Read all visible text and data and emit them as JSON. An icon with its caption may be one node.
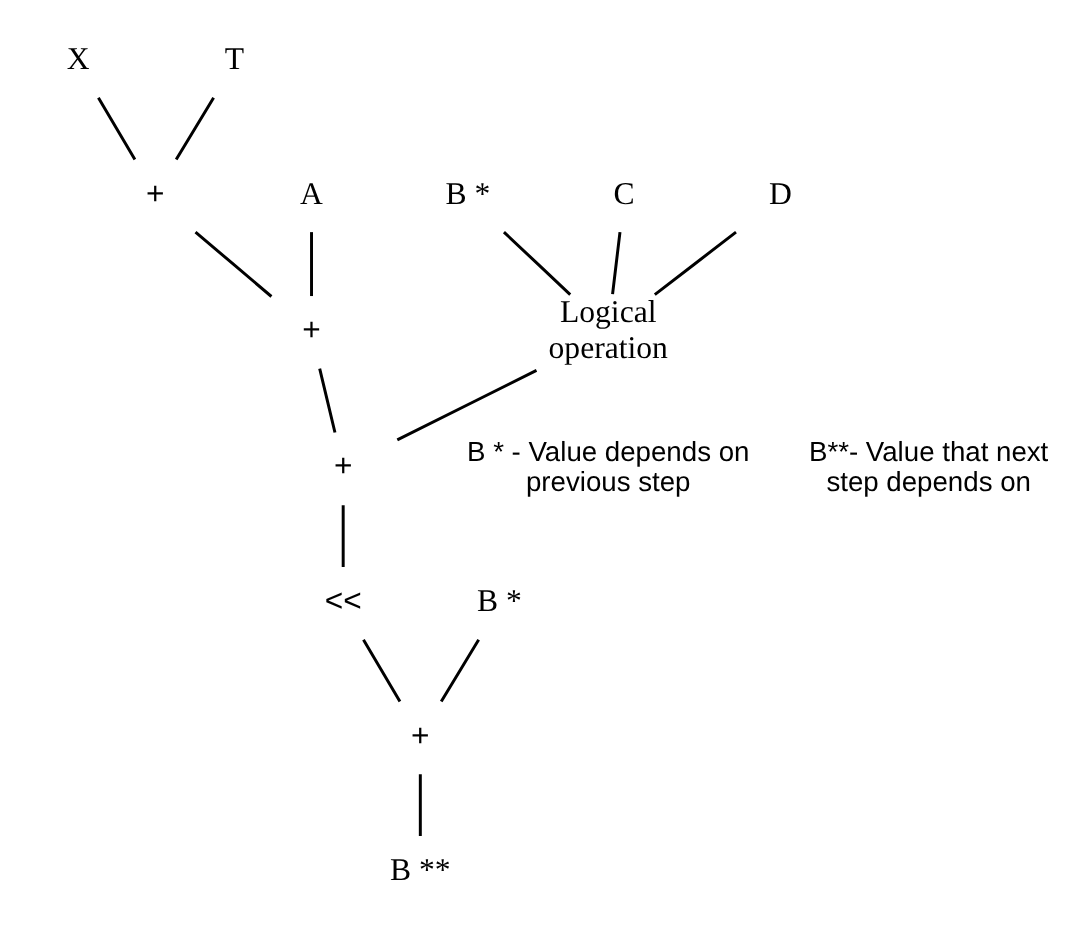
{
  "diagram": {
    "nodes": [
      {
        "text": [
          "X"
        ]
      },
      {
        "text": [
          "T"
        ]
      },
      {
        "text": [
          "B *"
        ]
      },
      {
        "text": [
          "C"
        ]
      },
      {
        "text": [
          "D"
        ]
      },
      {
        "text": [
          "A"
        ]
      },
      {
        "text": [
          "+"
        ]
      },
      {
        "text": [
          "Logical operation"
        ]
      },
      {
        "text": [
          "+"
        ]
      },
      {
        "text": [
          "+"
        ]
      },
      {
        "text": [
          "B *"
        ]
      },
      {
        "text": [
          "<<"
        ]
      },
      {
        "text": [
          "+"
        ]
      },
      {
        "text": [
          "B **"
        ]
      }
    ],
    "edges": [
      {
        "from": 0,
        "to": 6,
        "arrow": "none"
      },
      {
        "from": 1,
        "to": 6,
        "arrow": "none"
      },
      {
        "from": 2,
        "to": 7,
        "arrow": "none"
      },
      {
        "from": 3,
        "to": 7,
        "arrow": "none"
      },
      {
        "from": 4,
        "to": 7,
        "arrow": "none"
      },
      {
        "from": 5,
        "to": 8,
        "arrow": "none"
      },
      {
        "from": 6,
        "to": 8,
        "arrow": "none"
      },
      {
        "from": 7,
        "to": 9,
        "arrow": "none"
      },
      {
        "from": 8,
        "to": 9,
        "arrow": "none"
      },
      {
        "from": 9,
        "to": 11,
        "arrow": "none"
      },
      {
        "from": 11,
        "to": 12,
        "arrow": "none"
      },
      {
        "from": 10,
        "to": 12,
        "arrow": "none"
      },
      {
        "from": 12,
        "to": 13,
        "arrow": "none"
      }
    ],
    "labels": [
      "B * - Value depends on previous step",
      "B**- Value that next step depends on"
    ]
  }
}
